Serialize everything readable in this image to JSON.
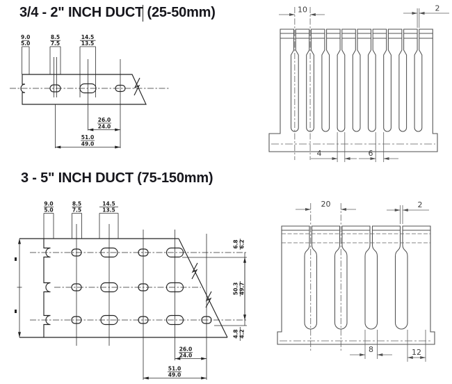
{
  "colors": {
    "line_dark": "#232323",
    "line_gray": "#4f4f4f",
    "dim_text": "#1c1c1c"
  },
  "small_duct": {
    "title": "3/4 - 2\" INCH DUCT (25-50mm)",
    "flat_pattern": {
      "notch_width": {
        "max": "9.0",
        "min": "5.0"
      },
      "slot_width": {
        "max": "8.5",
        "min": "7.5"
      },
      "long_slot_width": {
        "max": "14.5",
        "min": "13.5"
      },
      "slot_pitch": {
        "max": "26.0",
        "min": "24.0"
      },
      "slot_span": {
        "max": "51.0",
        "min": "49.0"
      }
    },
    "side_view": {
      "finger_pitch": "10",
      "top_slot_width": "2",
      "slot_width": "4",
      "finger_width": "6"
    }
  },
  "large_duct": {
    "title": "3 - 5\" INCH DUCT (75-150mm)",
    "flat_pattern": {
      "notch_width": {
        "max": "9.0",
        "min": "5.0"
      },
      "slot_width": {
        "max": "8.5",
        "min": "7.5"
      },
      "long_slot_width": {
        "max": "14.5",
        "min": "13.5"
      },
      "top_row_offset": {
        "max": "6.8",
        "min": "6.2"
      },
      "row_span": {
        "max": "50.3",
        "min": "49.7"
      },
      "bottom_row_offset": {
        "max": "4.8",
        "min": "4.2"
      },
      "slot_pitch": {
        "max": "26.0",
        "min": "24.0"
      },
      "slot_span": {
        "max": "51.0",
        "min": "49.0"
      }
    },
    "side_view": {
      "finger_pitch": "20",
      "top_slot_width": "2",
      "slot_width": "8",
      "finger_width": "12"
    }
  }
}
